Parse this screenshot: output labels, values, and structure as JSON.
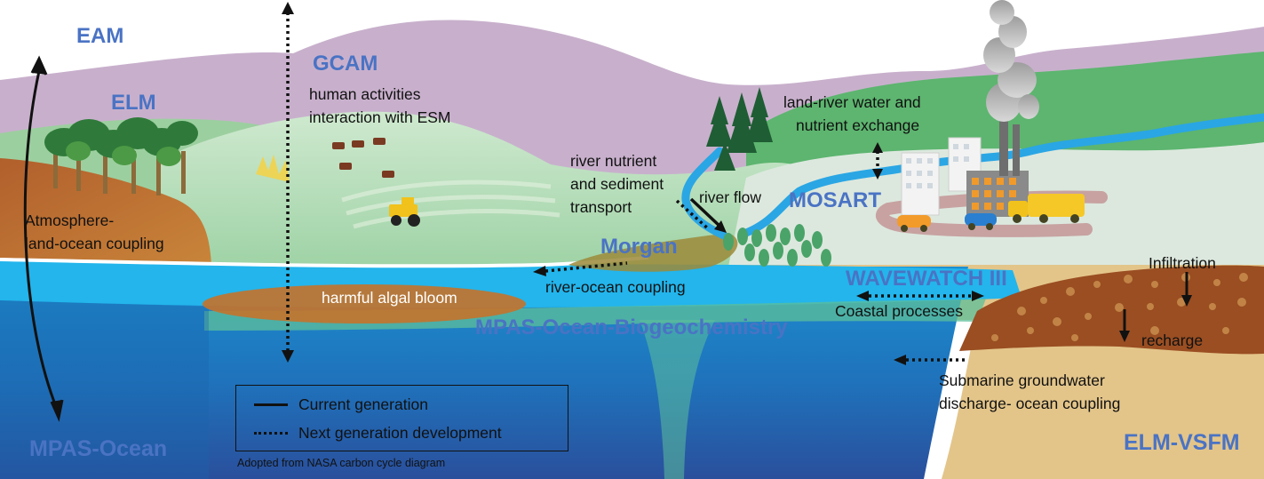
{
  "models": {
    "eam": "EAM",
    "elm": "ELM",
    "gcam": "GCAM",
    "morgan": "Morgan",
    "mosart": "MOSART",
    "wavewatch": "WAVEWATCH III",
    "mpas_obgc": "MPAS-Ocean-Biogeochemistry",
    "mpas_ocean": "MPAS-Ocean",
    "elm_vsfm": "ELM-VSFM"
  },
  "notes": {
    "gcam_line1": "human activities",
    "gcam_line2": "interaction with ESM",
    "atm_line1": "Atmosphere-",
    "atm_line2": "land-ocean coupling",
    "river_nut_line1": "river nutrient",
    "river_nut_line2": "and sediment",
    "river_nut_line3": "transport",
    "river_flow": "river flow",
    "land_river_line1": "land-river water and",
    "land_river_line2": "nutrient exchange",
    "river_ocean": "river-ocean coupling",
    "algal": "harmful algal bloom",
    "coastal": "Coastal processes",
    "infiltration": "Infiltration",
    "recharge": "recharge",
    "sgd_line1": "Submarine groundwater",
    "sgd_line2": "discharge- ocean coupling"
  },
  "legend": {
    "current": "Current generation",
    "next": "Next generation development"
  },
  "credit": "Adopted from NASA carbon cycle diagram",
  "colors": {
    "sky": "#ffffff",
    "mountain": "#c6aecb",
    "hill_green": "#a9d6b0",
    "dark_green": "#56b26e",
    "ocean_surface": "#22b3ea",
    "ocean_deep": "#1f6fb6",
    "soil": "#a65a2c",
    "sand": "#dcc08a",
    "model_label": "#4a73c4"
  }
}
